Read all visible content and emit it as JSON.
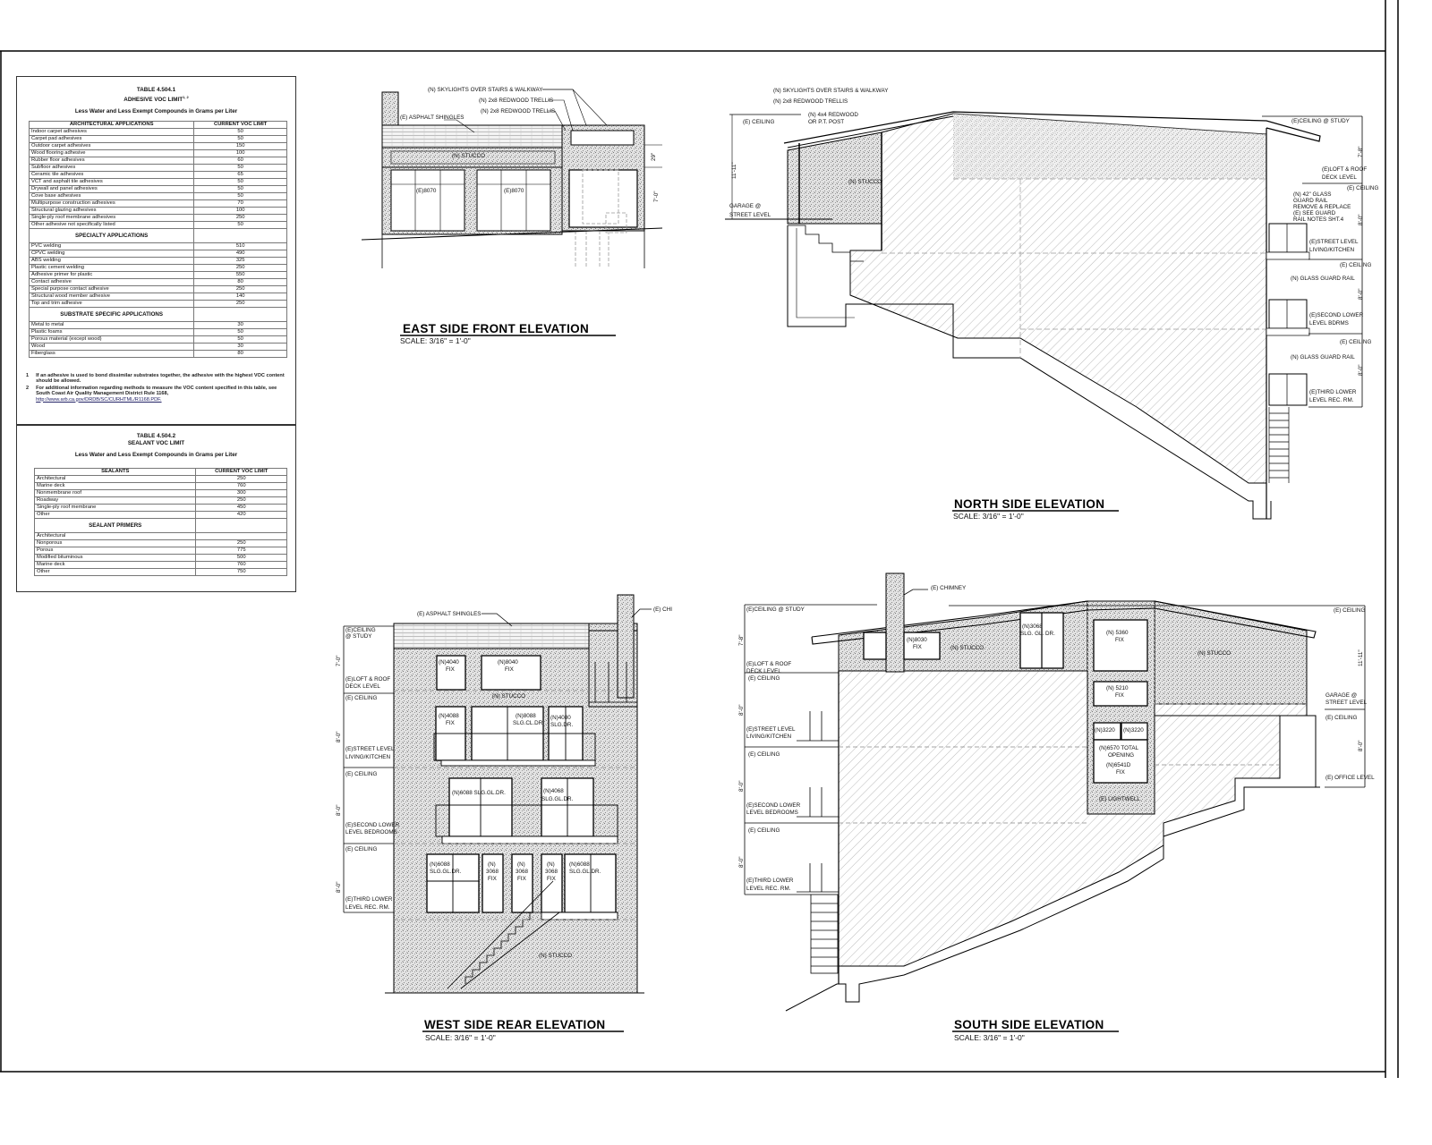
{
  "tables": {
    "adhesive": {
      "title": "TABLE 4.504.1",
      "subtitle": "ADHESIVE VOC LIMIT",
      "superscript": "1, 2",
      "units": "Less Water and Less Exempt Compounds in Grams per Liter",
      "headers": [
        "ARCHITECTURAL APPLICATIONS",
        "CURRENT VOC LIMIT"
      ],
      "sections": [
        {
          "heading": "",
          "rows": [
            [
              "Indoor carpet adhesives",
              "50"
            ],
            [
              "Carpet pad adhesives",
              "50"
            ],
            [
              "Outdoor carpet adhesives",
              "150"
            ],
            [
              "Wood flooring adhesive",
              "100"
            ],
            [
              "Rubber floor adhesives",
              "60"
            ],
            [
              "Subfloor adhesives",
              "50"
            ],
            [
              "Ceramic tile adhesives",
              "65"
            ],
            [
              "VCT and asphalt tile adhesives",
              "50"
            ],
            [
              "Drywall and panel adhesives",
              "50"
            ],
            [
              "Cove base adhesives",
              "50"
            ],
            [
              "Multipurpose construction adhesives",
              "70"
            ],
            [
              "Structural glazing adhesives",
              "100"
            ],
            [
              "Single-ply roof membrane adhesives",
              "250"
            ],
            [
              "Other adhesive not specifically listed",
              "50"
            ]
          ]
        },
        {
          "heading": "SPECIALTY APPLICATIONS",
          "rows": [
            [
              "PVC welding",
              "510"
            ],
            [
              "CPVC welding",
              "490"
            ],
            [
              "ABS welding",
              "325"
            ],
            [
              "Plastic cement welding",
              "250"
            ],
            [
              "Adhesive primer for plastic",
              "550"
            ],
            [
              "Contact adhesive",
              "80"
            ],
            [
              "Special purpose contact adhesive",
              "250"
            ],
            [
              "Structural wood member adhesive",
              "140"
            ],
            [
              "Top and trim adhesive",
              "250"
            ]
          ]
        },
        {
          "heading": "SUBSTRATE SPECIFIC APPLICATIONS",
          "rows": [
            [
              "Metal to metal",
              "30"
            ],
            [
              "Plastic foams",
              "50"
            ],
            [
              "Porous material (except wood)",
              "50"
            ],
            [
              "Wood",
              "30"
            ],
            [
              "Fiberglass",
              "80"
            ]
          ]
        }
      ],
      "footnotes": [
        {
          "mark": "1",
          "text": "If an adhesive is used to bond dissimilar substrates together, the adhesive with the highest VOC content should be allowed."
        },
        {
          "mark": "2",
          "text": "For additional information regarding methods to measure the VOC content specified in this table, see South Coast Air Quality Management District Rule 1168,",
          "link": "http://www.arb.ca.gov/DRDB/SC/CURHTML/R1168.PDF."
        }
      ]
    },
    "sealant": {
      "title": "TABLE 4.504.2",
      "subtitle": "SEALANT VOC LIMIT",
      "units": "Less Water and Less Exempt Compounds in Grams per Liter",
      "headers": [
        "SEALANTS",
        "CURRENT VOC LIMIT"
      ],
      "sections": [
        {
          "heading": "",
          "rows": [
            [
              "Architectural",
              "250"
            ],
            [
              "Marine deck",
              "760"
            ],
            [
              "Nonmembrane roof",
              "300"
            ],
            [
              "Roadway",
              "250"
            ],
            [
              "Single-ply roof membrane",
              "450"
            ],
            [
              "Other",
              "420"
            ]
          ]
        },
        {
          "heading": "SEALANT PRIMERS",
          "rows": [
            [
              "Architectural",
              ""
            ],
            [
              " Nonporous",
              "250"
            ],
            [
              " Porous",
              "775"
            ],
            [
              "Modified bituminous",
              "500"
            ],
            [
              "Marine deck",
              "760"
            ],
            [
              "Other",
              "750"
            ]
          ]
        }
      ]
    }
  },
  "east": {
    "title": "EAST SIDE FRONT ELEVATION",
    "scale": "SCALE:  3/16\" = 1'-0\"",
    "labels": [
      "(N) SKYLIGHTS OVER STAIRS & WALKWAY",
      "(N) 2x8 REDWOOD TRELLIS",
      "(N) 2x8 REDWOOD TRELLIS",
      "(E) ASPHALT SHINGLES",
      "(N) STUCCO",
      "(E)8070",
      "(E)8070",
      "29\"",
      "7'-0\""
    ]
  },
  "north": {
    "title": "NORTH SIDE ELEVATION",
    "scale": "SCALE:  3/16\" = 1'-0\"",
    "labels": [
      "(N) SKYLIGHTS OVER STAIRS & WALKWAY",
      "(N) 2x8 REDWOOD TRELLIS",
      "(N) 4x4 REDWOOD",
      "OR P.T. POST",
      "(E) CEILING",
      "11'-11\"",
      "GARAGE @",
      "STREET LEVEL",
      "(N) STUCCO",
      "(E)CEILING @ STUDY",
      "7'-8\"",
      "(E)LOFT & ROOF",
      "DECK LEVEL",
      "(E) CEILING",
      "(N) 42\" GLASS",
      "GUARD RAIL",
      "REMOVE & REPLACE",
      "(E) SEE GUARD",
      "RAIL NOTES SHT.4",
      "8'-0\"",
      "(E)STREET LEVEL",
      "LIVING/KITCHEN",
      "(E) CEILING",
      "(N) GLASS GUARD RAIL",
      "8'-0\"",
      "(E)SECOND LOWER",
      "LEVEL BDRMS",
      "(E) CEILING",
      "(N) GLASS GUARD RAIL",
      "8'-0\"",
      "(E)THIRD LOWER",
      "LEVEL REC. RM."
    ]
  },
  "west": {
    "title": "WEST SIDE REAR ELEVATION",
    "scale": "SCALE:  3/16\" = 1'-0\"",
    "labels": [
      "(E) ASPHALT SHINGLES",
      "(E) CHI",
      "(E)CEILING",
      "@ STUDY",
      "7'-0\"",
      "(E)LOFT & ROOF",
      "DECK LEVEL",
      "(E) CEILING",
      "8'-0\"",
      "(E)STREET LEVEL",
      "LIVING/KITCHEN",
      "(E) CEILING",
      "8'-0\"",
      "(E)SECOND LOWER",
      "LEVEL BEDROOMS",
      "(E) CEILING",
      "8'-0\"",
      "(E)THIRD LOWER",
      "LEVEL REC. RM.",
      "(N)4040",
      "FIX",
      "(N)8040",
      "FIX",
      "(N) STUCCO",
      "(N)4088",
      "FIX",
      "(N)8088",
      "SLG.CL.DR.",
      "(N)4080",
      "SLG.DR.",
      "(N)6088 SLG.GL.DR.",
      "(N)4068",
      "SLG.GL.DR.",
      "(N)6088",
      "SLG.GL.DR.",
      "(N)",
      "3068",
      "FIX",
      "(N)",
      "3068",
      "FIX",
      "(N)",
      "3068",
      "FIX",
      "(N)6088",
      "SLG.GL.DR.",
      "(N) STUCCO"
    ]
  },
  "south": {
    "title": "SOUTH SIDE ELEVATION",
    "scale": "SCALE:  3/16\" = 1'-0\"",
    "labels": [
      "(E) CHIMNEY",
      "(E)CEILING @ STUDY",
      "7'-8\"",
      "(E)LOFT & ROOF",
      "DECK LEVEL",
      "(E) CEILING",
      "8'-0\"",
      "(E)STREET LEVEL",
      "LIVING/KITCHEN",
      "(E) CEILING",
      "8'-0\"",
      "(E)SECOND LOWER",
      "LEVEL BEDROOMS",
      "(E) CEILING",
      "8'-0\"",
      "(E)THIRD LOWER",
      "LEVEL REC. RM.",
      "(N) STUCCO",
      "(N)8030",
      "FIX",
      "(N)3068",
      "SLG. GL. DR.",
      "(N) 5360",
      "FIX",
      "(N) STUCCO",
      "(N) 5210",
      "FIX",
      "(N)3220",
      "(N)3220",
      "(N)6570 TOTAL",
      "OPENING",
      "(N)6541D",
      "FIX",
      "(E) LIGHTWELL",
      "(E) CEILING",
      "11'-11\"",
      "GARAGE @",
      "STREET LEVEL",
      "(E) CEILING",
      "8'-0\"",
      "(E) OFFICE LEVEL"
    ]
  }
}
